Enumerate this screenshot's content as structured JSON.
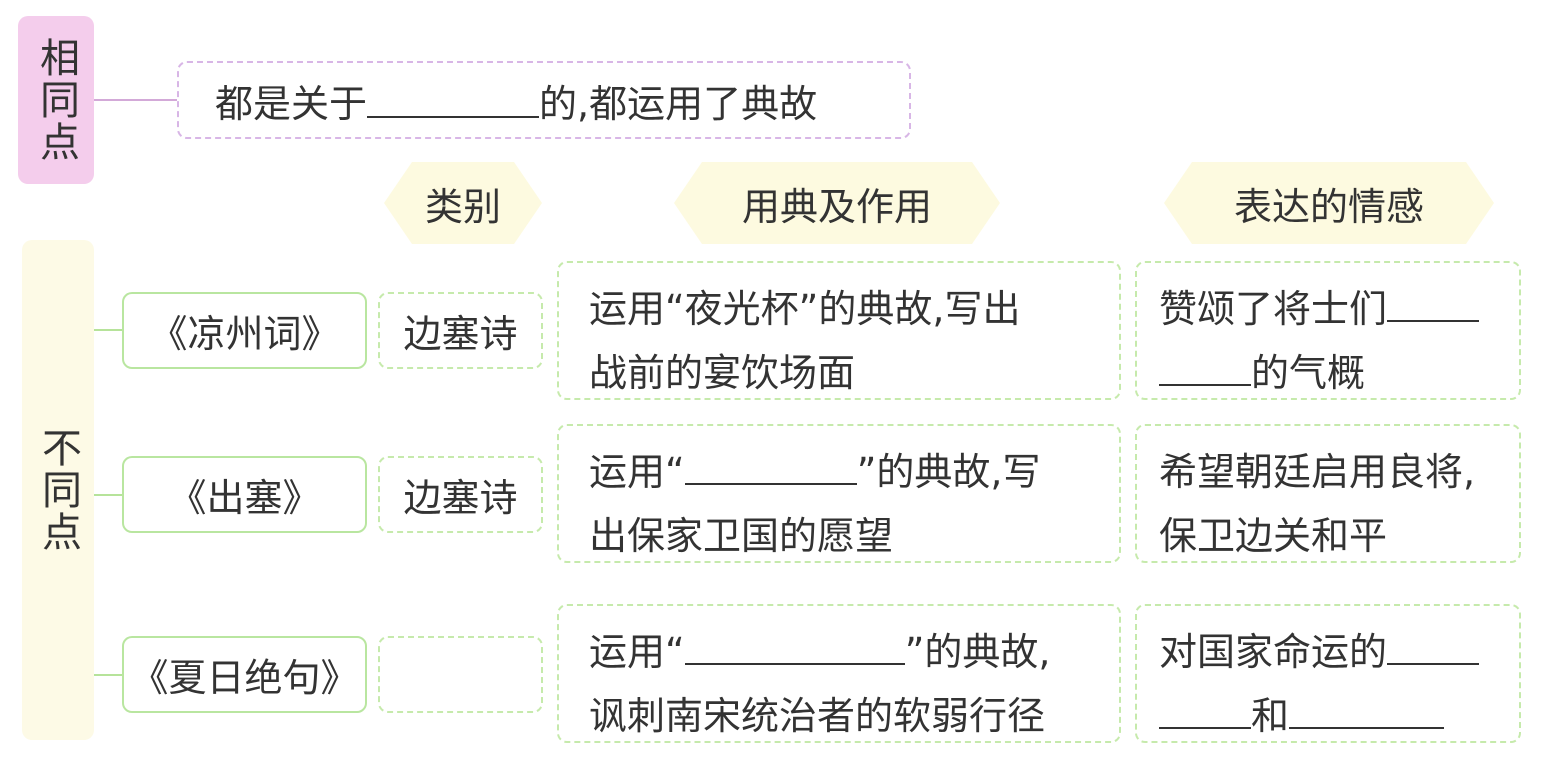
{
  "same": {
    "tag": "相同点",
    "text_before": "都是关于",
    "text_after": "的,都运用了典故"
  },
  "diff": {
    "tag": "不同点"
  },
  "headers": {
    "category": "类别",
    "allusion": "用典及作用",
    "emotion": "表达的情感"
  },
  "rows": [
    {
      "title": "《凉州词》",
      "category": "边塞诗",
      "allusion_l1": "运用“夜光杯”的典故,写出",
      "allusion_l2": "战前的宴饮场面",
      "emotion_l1a": "赞颂了将士们",
      "emotion_l2b": "的气概"
    },
    {
      "title": "《出塞》",
      "category": "边塞诗",
      "allusion_l1a": "运用“",
      "allusion_l1b": "”的典故,写",
      "allusion_l2": "出保家卫国的愿望",
      "emotion_l1": "希望朝廷启用良将,",
      "emotion_l2": "保卫边关和平"
    },
    {
      "title": "《夏日绝句》",
      "category": "",
      "allusion_l1a": "运用“",
      "allusion_l1b": "”的典故,",
      "allusion_l2": "讽刺南宋统治者的软弱行径",
      "emotion_l1a": "对国家命运的",
      "emotion_l2b": "和"
    }
  ]
}
